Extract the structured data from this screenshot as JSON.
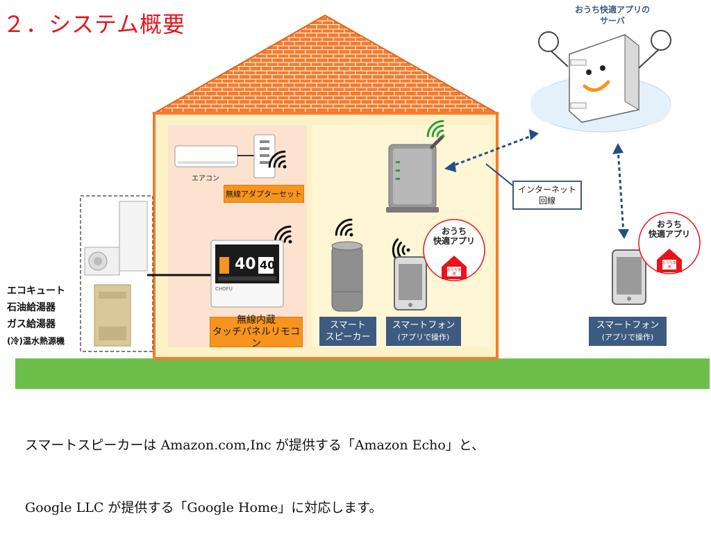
{
  "title": "２．システム概要",
  "server": {
    "label_line1": "おうち快適アプリの",
    "label_line2": "サーバ"
  },
  "devices": {
    "aircon_label": "エアコン",
    "adapter_label": "無線アダプターセット",
    "remote_label_line1": "無線内蔵",
    "remote_label_line2": "タッチパネルリモコン",
    "remote_temp_left": "40",
    "remote_temp_right": "40",
    "remote_brand": "CHOFU",
    "speaker_label_line1": "スマート",
    "speaker_label_line2": "スピーカー",
    "phone_label_line1": "スマートフォン",
    "phone_label_line2": "(アプリで操作)",
    "outside_phone_label_line1": "スマートフォン",
    "outside_phone_label_line2": "(アプリで操作)",
    "app_badge_line1": "おうち",
    "app_badge_line2": "快適アプリ",
    "app_icon_text": "おうち快適"
  },
  "internet": {
    "line1": "インターネット",
    "line2": "回線"
  },
  "heat_sources": [
    "エコキュート",
    "石油給湯器",
    "ガス給湯器",
    "(冷)温水熱源機"
  ],
  "caption": {
    "line1": "スマートスピーカーは Amazon.com,Inc が提供する「Amazon Echo」と、",
    "line2": "Google LLC が提供する「Google Home」に対応します。"
  },
  "colors": {
    "roof": "#f47c2c",
    "house_fill": "#fdf1c8",
    "ground": "#6cc04a",
    "accent_orange": "#f7941d",
    "navy": "#3d5a80",
    "title_red": "#e8141a"
  }
}
